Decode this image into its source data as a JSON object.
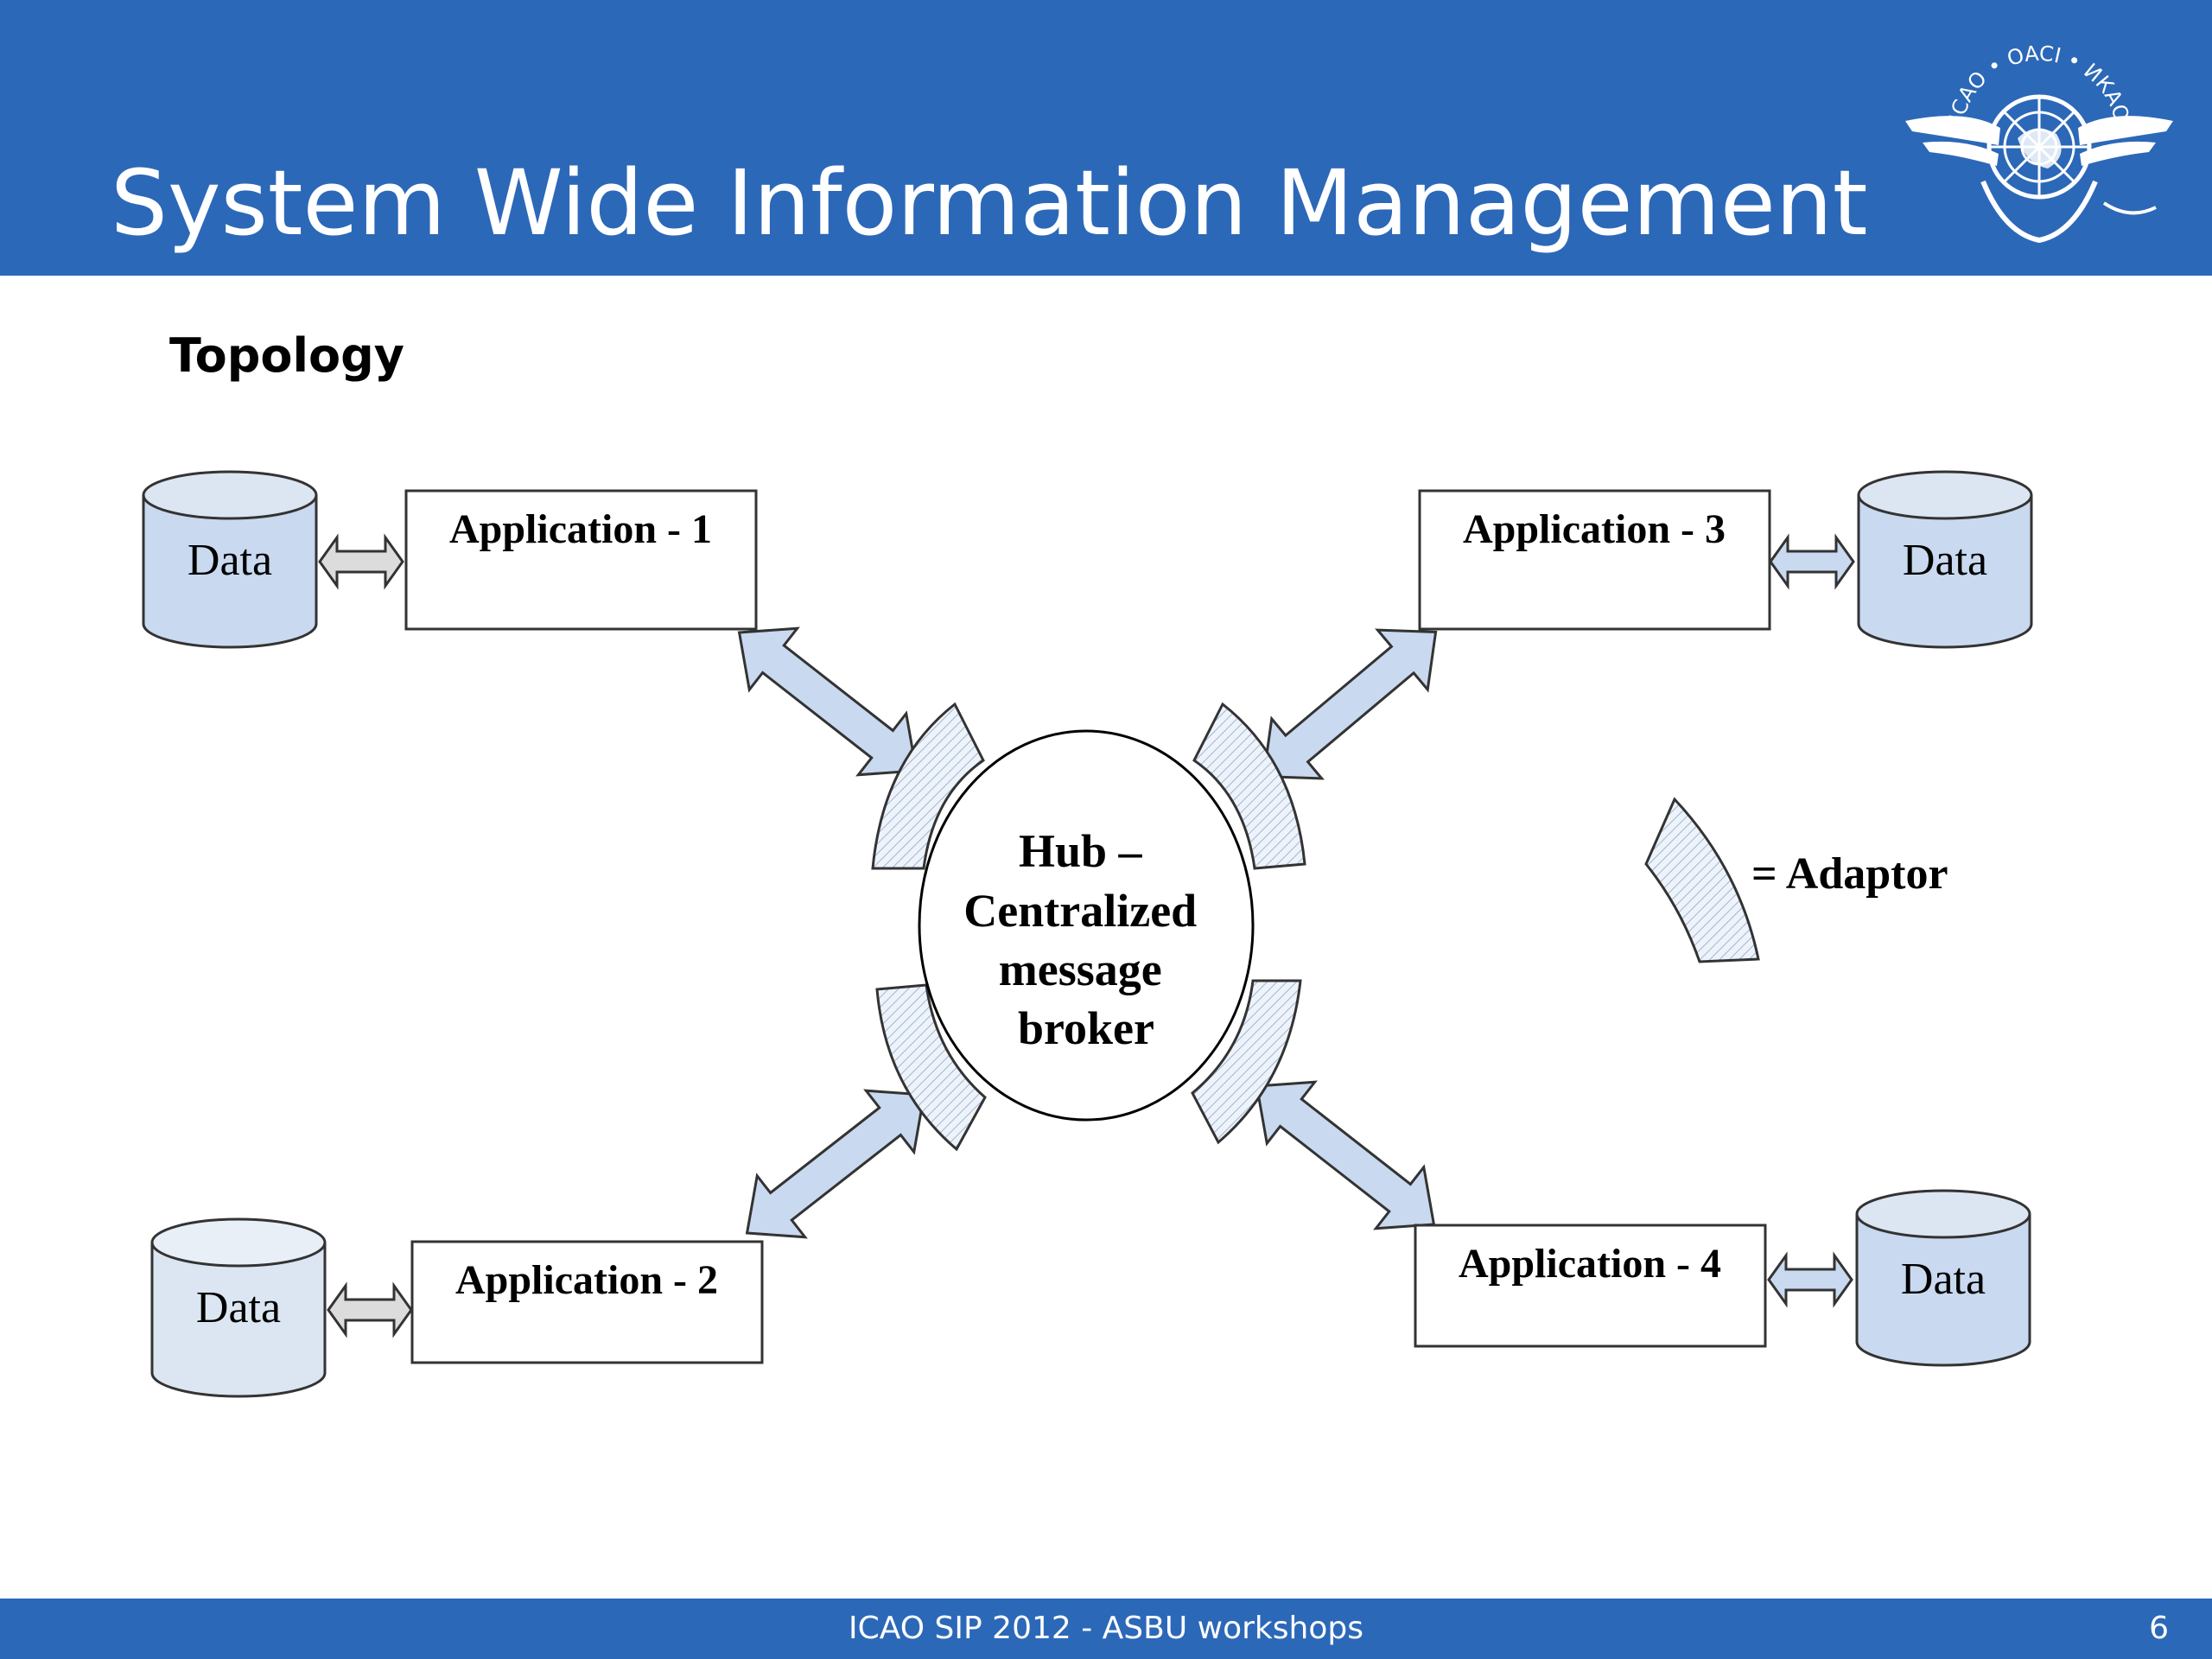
{
  "header": {
    "title": "System Wide Information Management",
    "logo": {
      "icon": "icao-emblem-icon",
      "seal_text": "ICAO • OACI • ИКАО"
    }
  },
  "slide": {
    "subtitle": "Topology"
  },
  "diagram": {
    "hub": {
      "lines": [
        "Hub –",
        "Centralized",
        "message",
        "broker"
      ]
    },
    "applications": [
      {
        "label": "Application - 1"
      },
      {
        "label": "Application - 2"
      },
      {
        "label": "Application - 3"
      },
      {
        "label": "Application - 4"
      }
    ],
    "data_stores": [
      {
        "label": "Data"
      },
      {
        "label": "Data"
      },
      {
        "label": "Data"
      },
      {
        "label": "Data"
      }
    ],
    "legend": {
      "label": "= Adaptor"
    },
    "colors": {
      "fill_blue": "#c9d9ef",
      "fill_grey": "#dcdcdc",
      "cylinder_light": "#dce6f2",
      "stroke": "#333333",
      "header_blue": "#2c68b8"
    }
  },
  "footer": {
    "text": "ICAO SIP 2012 - ASBU workshops",
    "page_number": "6"
  }
}
